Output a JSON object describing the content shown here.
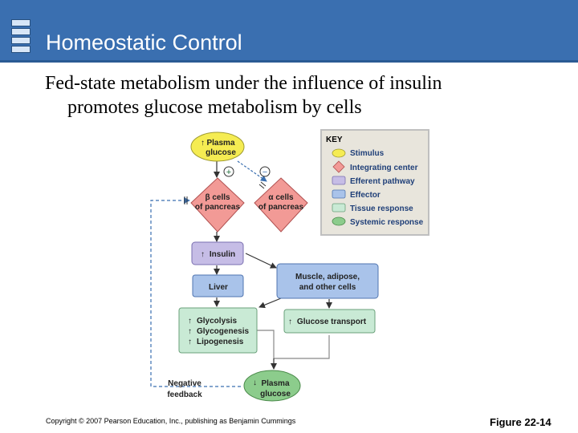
{
  "header": {
    "title": "Homeostatic Control"
  },
  "body_text": {
    "line1": "Fed-state metabolism under the influence of insulin",
    "line2": "promotes glucose metabolism by cells"
  },
  "diagram": {
    "plasma_glucose_top": [
      "Plasma",
      "glucose"
    ],
    "beta_cells": [
      "β cells",
      "of pancreas"
    ],
    "alpha_cells": [
      "α cells",
      "of pancreas"
    ],
    "insulin": "Insulin",
    "liver": "Liver",
    "muscle": [
      "Muscle, adipose,",
      "and other cells"
    ],
    "liver_responses": [
      "Glycolysis",
      "Glycogenesis",
      "Lipogenesis"
    ],
    "glucose_transport": "Glucose transport",
    "negative_feedback": [
      "Negative",
      "feedback"
    ],
    "plasma_glucose_bottom": [
      "Plasma",
      "glucose"
    ],
    "plus_sign": "+",
    "minus_sign": "−"
  },
  "key": {
    "title": "KEY",
    "items": [
      {
        "label": "Stimulus",
        "color": "#f5ec52"
      },
      {
        "label": "Integrating center",
        "color": "#f29a96"
      },
      {
        "label": "Efferent pathway",
        "color": "#c6bde6"
      },
      {
        "label": "Effector",
        "color": "#a9c3ea"
      },
      {
        "label": "Tissue response",
        "color": "#c9ead5"
      },
      {
        "label": "Systemic response",
        "color": "#8ccc8c"
      }
    ]
  },
  "footer": {
    "copyright": "Copyright © 2007 Pearson Education, Inc., publishing as Benjamin Cummings",
    "figure": "Figure 22-14"
  }
}
